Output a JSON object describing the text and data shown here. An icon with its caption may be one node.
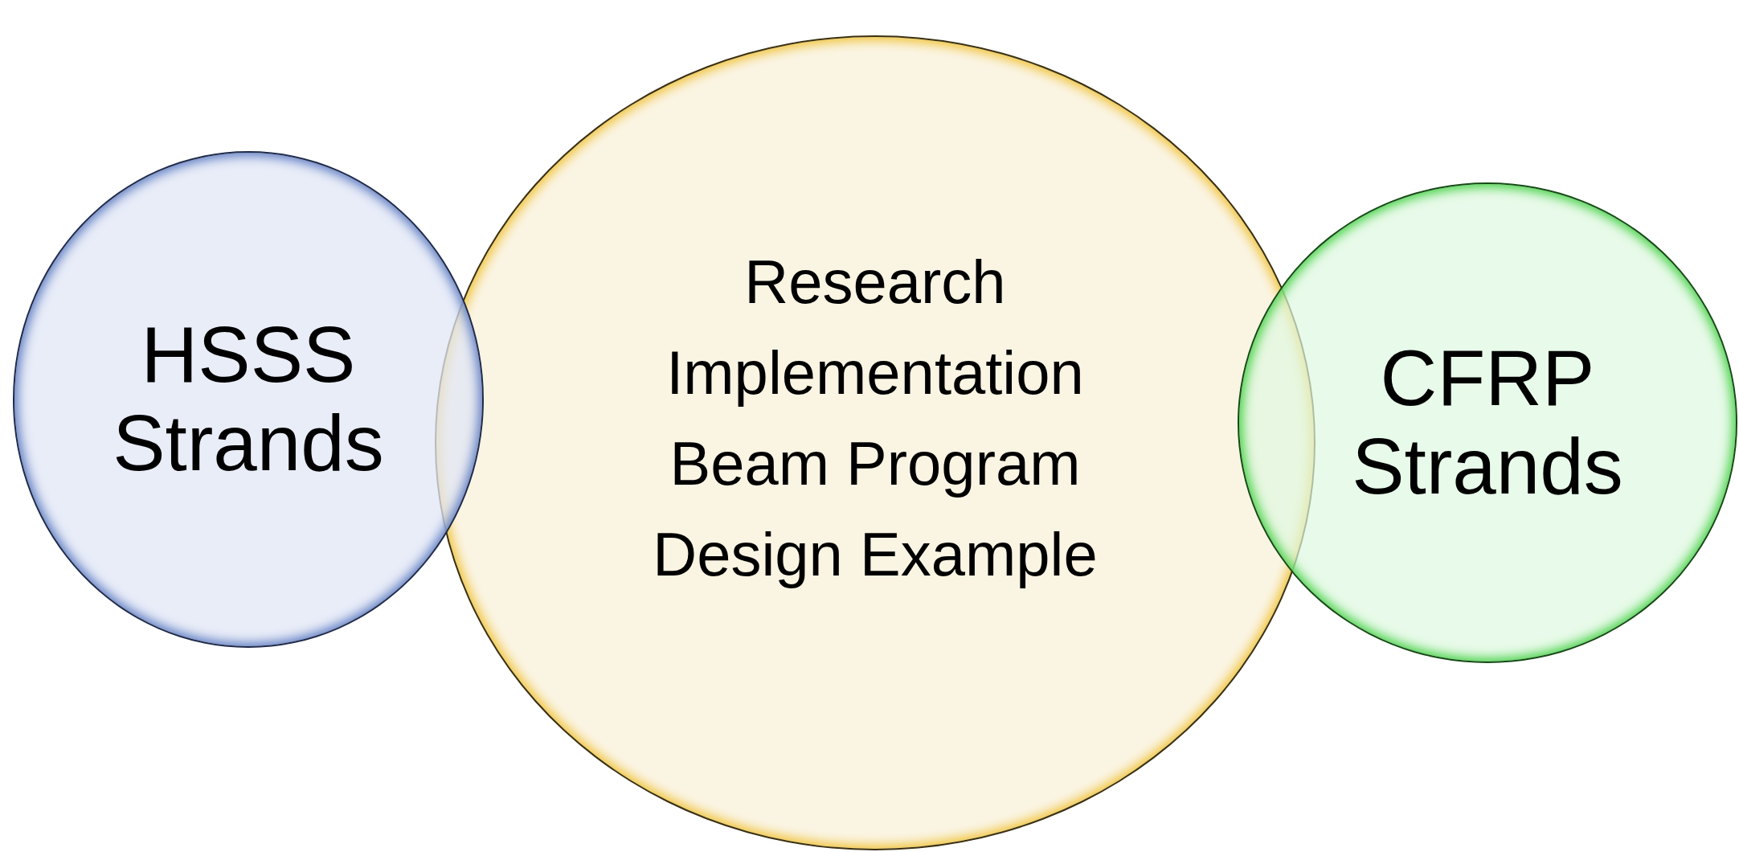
{
  "diagram": {
    "nodes": [
      {
        "text": [
          "HSSS Strands"
        ]
      },
      {
        "text": [
          "Research",
          "Implementation",
          "Beam Program",
          "Design Example"
        ]
      },
      {
        "text": [
          "CFRP Strands"
        ]
      }
    ]
  }
}
